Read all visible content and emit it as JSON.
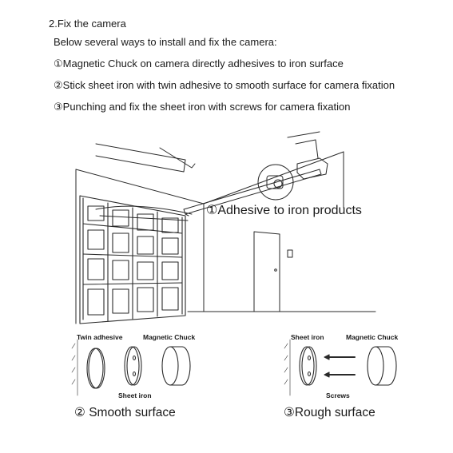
{
  "heading": "2.Fix the camera",
  "intro": "Below several ways to install and fix the camera:",
  "steps": [
    "①Magnetic Chuck on camera directly adhesives to iron surface",
    "②Stick sheet iron  with twin adhesive to smooth surface for camera fixation",
    "③Punching and fix the sheet iron with screws for  camera fixation"
  ],
  "garage_callout": "①Adhesive to iron products",
  "smooth": {
    "twin_adhesive": "Twin adhesive",
    "magnetic_chuck": "Magnetic Chuck",
    "sheet_iron": "Sheet iron",
    "caption": "② Smooth surface"
  },
  "rough": {
    "sheet_iron": "Sheet iron",
    "magnetic_chuck": "Magnetic Chuck",
    "screws": "Screws",
    "caption": "③Rough surface"
  }
}
